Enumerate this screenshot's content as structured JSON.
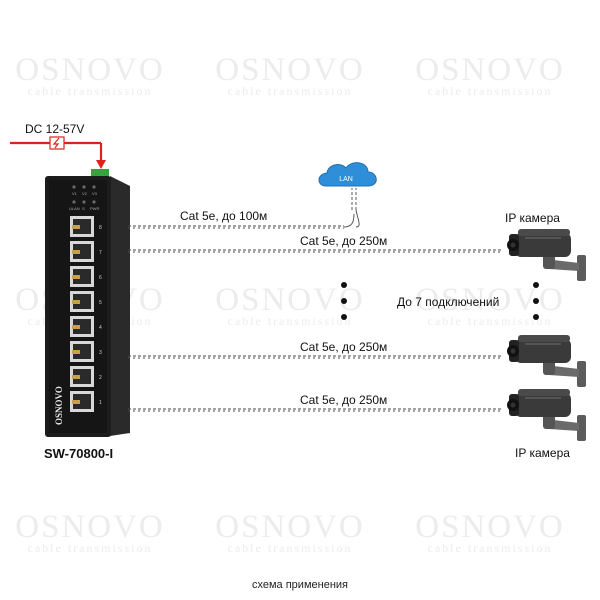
{
  "watermark": {
    "brand": "OSNOVO",
    "tagline": "cable transmission"
  },
  "power": {
    "label": "DC 12-57V"
  },
  "lan": {
    "label": "LAN"
  },
  "switch": {
    "model": "SW-70800-I",
    "brand": "OSNOVO",
    "led_labels": [
      "V1",
      "V2",
      "V3",
      "ULAN",
      "S",
      "PWR"
    ],
    "port_numbers": [
      "8",
      "7",
      "6",
      "5",
      "4",
      "3",
      "2",
      "1"
    ]
  },
  "links": [
    {
      "label": "Cat 5e, до 100м"
    },
    {
      "label": "Cat 5e, до 250м"
    },
    {
      "label": "Cat 5e, до 250м"
    },
    {
      "label": "Cat 5e, до 250м"
    }
  ],
  "connections_label": "До 7 подключений",
  "camera_label_top": "IP камера",
  "camera_label_bottom": "IP камера",
  "caption": "схема применения",
  "colors": {
    "power_line": "#e0201c",
    "cloud": "#2e8fd8",
    "switch_body": "#1c1c1c",
    "cable": "#4a4a4a"
  }
}
